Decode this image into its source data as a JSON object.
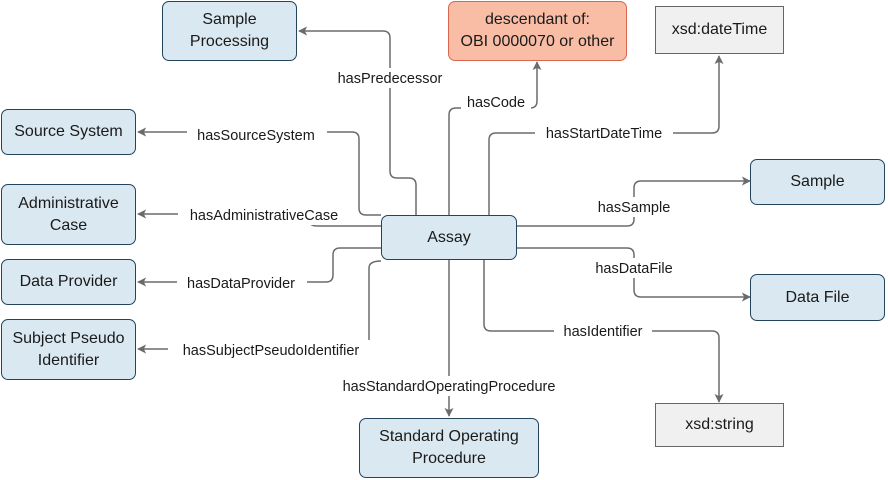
{
  "nodes": {
    "assay": "Assay",
    "sample_processing": "Sample\nProcessing",
    "code": "descendant of:\nOBI 0000070 or other",
    "datetime": "xsd:dateTime",
    "source_system": "Source System",
    "administrative_case": "Administrative\nCase",
    "data_provider": "Data Provider",
    "subject_pseudo_identifier": "Subject Pseudo\nIdentifier",
    "sample": "Sample",
    "data_file": "Data File",
    "standard_operating_procedure": "Standard Operating\nProcedure",
    "xsd_string": "xsd:string"
  },
  "edges": {
    "has_predecessor": "hasPredecessor",
    "has_code": "hasCode",
    "has_start_date_time": "hasStartDateTime",
    "has_source_system": "hasSourceSystem",
    "has_administrative_case": "hasAdministrativeCase",
    "has_data_provider": "hasDataProvider",
    "has_subject_pseudo_identifier": "hasSubjectPseudoIdentifier",
    "has_sample": "hasSample",
    "has_data_file": "hasDataFile",
    "has_identifier": "hasIdentifier",
    "has_standard_operating_procedure": "hasStandardOperatingProcedure"
  }
}
